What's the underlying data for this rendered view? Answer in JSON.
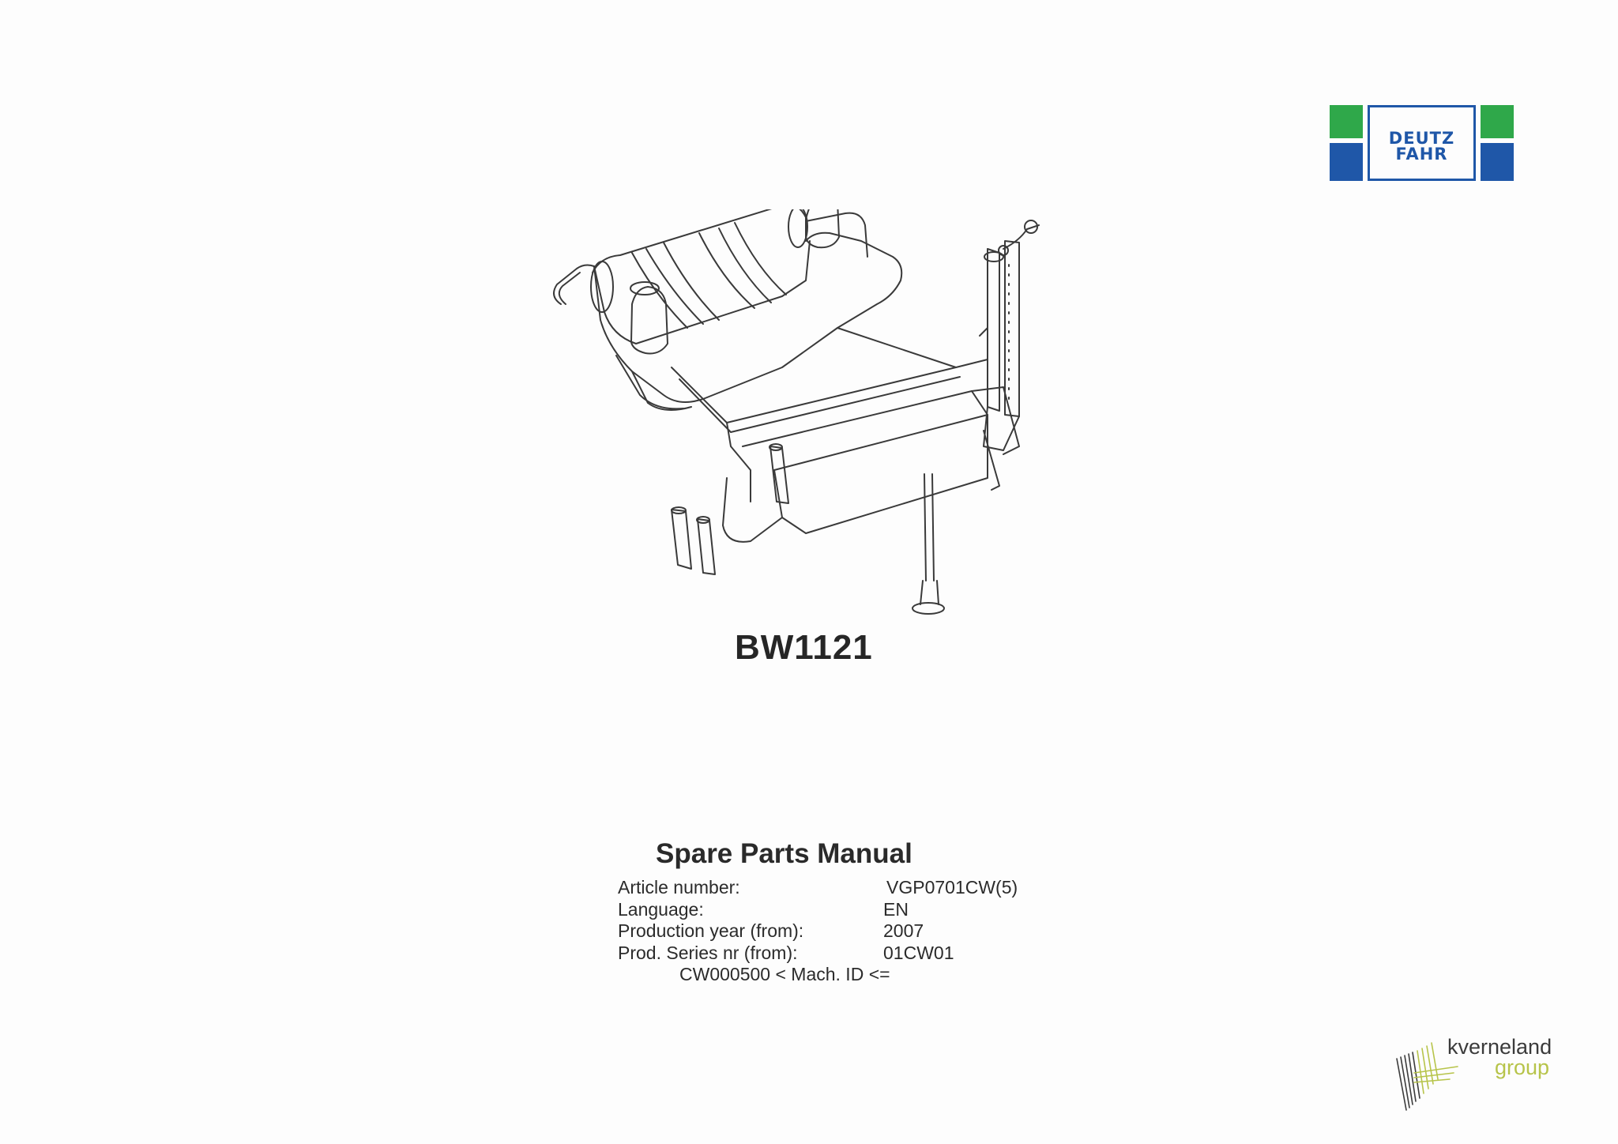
{
  "brand": {
    "logo_line1": "DEUTZ",
    "logo_line2": "FAHR",
    "green": "#2fa84a",
    "blue": "#1f57a8"
  },
  "model": "BW1121",
  "manual_title": "Spare Parts Manual",
  "specs": [
    {
      "label": "Article number:",
      "value": "VGP0701CW(5)"
    },
    {
      "label": "Language:",
      "value": "EN"
    },
    {
      "label": "Production year (from):",
      "value": "2007"
    },
    {
      "label": "Prod. Series nr (from):",
      "value": "01CW01"
    }
  ],
  "mach_id": "CW000500 < Mach. ID <=",
  "footer_logo": {
    "name": "kverneland",
    "group": "group",
    "accent": "#b7c44a"
  }
}
